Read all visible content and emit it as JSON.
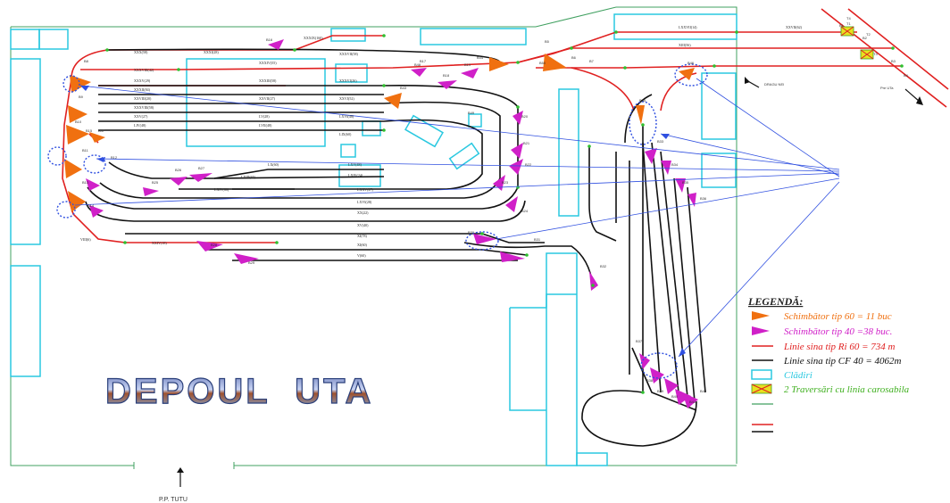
{
  "title": "DEPOUL  UTA",
  "legend": {
    "heading": "LEGENDĂ:",
    "items": [
      {
        "text": "Schimbător tip 60 = 11 buc",
        "color": "#f07010"
      },
      {
        "text": "Schimbător tip 40 =38 buc.",
        "color": "#d020c8"
      },
      {
        "text": "Linie sina tip Ri 60 = 734 m",
        "color": "#e02020"
      },
      {
        "text": "Linie sina tip CF 40 = 4062m",
        "color": "#111111"
      },
      {
        "text": "Clădiri",
        "color": "#2ac8e0"
      },
      {
        "text": "2 Traversări cu linia carosabila",
        "color": "#40b020"
      }
    ]
  },
  "labels": {
    "top_right_a": "Pre UTa",
    "right_mid": "DRAGU NEI",
    "bottom": "P.P. TUTU"
  },
  "track_labels": [
    "XXXIX(160)",
    "XXXI(28)",
    "XXX(58)",
    "XXXIV(55)",
    "XXXVII(58)",
    "XXXVIII(42)",
    "XXXV(29)",
    "XXXIII(58)",
    "XXXVI(26)",
    "XXXII(84)",
    "XXVIII(20)",
    "XXVII(27)",
    "XXVI(52)",
    "XXXVIII(58)",
    "XXV(27)",
    "LV(28)",
    "LXVI(48)",
    "LIV(48)",
    "LVII(48)",
    "LIX(60)",
    "LX(60)",
    "LXIII(65)",
    "LXIV(60)",
    "LXV(48)",
    "LXIV(24)",
    "LXXV(27)",
    "LXVI(28)",
    "XX(22)",
    "XV(40)",
    "XI(78)",
    "XI(60)",
    "V(60)",
    "VIII(6)",
    "XXIV(18)",
    "XXVII(62)",
    "LXXVII(14)",
    "XIII(56)"
  ],
  "switch_labels": [
    "B1",
    "B2",
    "B3",
    "B4",
    "B5",
    "B6",
    "B7",
    "B8",
    "B9",
    "B10",
    "B11",
    "B12",
    "B13",
    "B14",
    "B15",
    "B16",
    "B17",
    "B18",
    "B19",
    "B20",
    "B21",
    "B22",
    "B23",
    "B24",
    "B25",
    "B26",
    "B27",
    "B28",
    "B29",
    "B30",
    "B31",
    "B32",
    "B33",
    "B34",
    "B35",
    "B36",
    "B37",
    "B38",
    "B39",
    "B40",
    "B41",
    "B42",
    "B43",
    "B44",
    "B45",
    "B46",
    "B47",
    "B48",
    "B49",
    "B50",
    "T1",
    "T2",
    "T3",
    "T4"
  ]
}
